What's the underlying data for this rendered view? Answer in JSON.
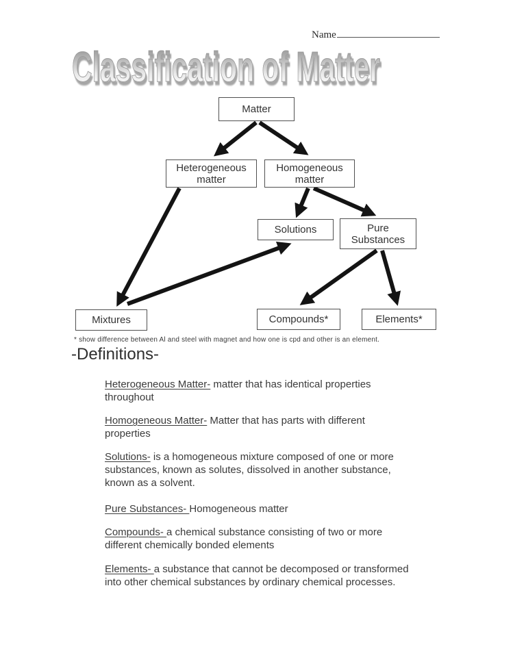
{
  "header": {
    "name_label": "Name",
    "title": "Classification of Matter"
  },
  "diagram": {
    "nodes": [
      {
        "id": "matter",
        "label": "Matter"
      },
      {
        "id": "heterogeneous-matter",
        "label": "Heterogeneous\nmatter"
      },
      {
        "id": "homogeneous-matter",
        "label": "Homogeneous\nmatter"
      },
      {
        "id": "solutions",
        "label": "Solutions"
      },
      {
        "id": "pure-substances",
        "label": "Pure\nSubstances"
      },
      {
        "id": "mixtures",
        "label": "Mixtures"
      },
      {
        "id": "compounds",
        "label": "Compounds*"
      },
      {
        "id": "elements",
        "label": "Elements*"
      }
    ],
    "edges": [
      {
        "from": "matter",
        "to": "heterogeneous-matter"
      },
      {
        "from": "matter",
        "to": "homogeneous-matter"
      },
      {
        "from": "homogeneous-matter",
        "to": "solutions"
      },
      {
        "from": "homogeneous-matter",
        "to": "pure-substances"
      },
      {
        "from": "heterogeneous-matter",
        "to": "mixtures"
      },
      {
        "from": "mixtures",
        "to": "solutions"
      },
      {
        "from": "pure-substances",
        "to": "compounds"
      },
      {
        "from": "pure-substances",
        "to": "elements"
      }
    ]
  },
  "footnote": "* show difference between Al and steel with magnet and how one is cpd and other is an element.",
  "definitions_heading": "-Definitions-",
  "definitions": [
    {
      "term": "Heterogeneous Matter-",
      "text": " matter that has identical properties\nthroughout"
    },
    {
      "term": "Homogeneous Matter-",
      "text": " Matter that has parts with different\nproperties"
    },
    {
      "term": "Solutions-",
      "text": " is a homogeneous mixture composed of one or more\nsubstances, known as solutes, dissolved in another substance,\nknown as a solvent."
    },
    {
      "term": "Pure Substances- ",
      "text": "Homogeneous matter"
    },
    {
      "term": "Compounds- ",
      "text": "a chemical substance consisting of two or more\ndifferent chemically bonded elements"
    },
    {
      "term": "Elements- ",
      "text": "a substance that cannot be decomposed or transformed\ninto other chemical substances by ordinary chemical processes."
    }
  ],
  "colors": {
    "text": "#3a3a3a",
    "box_border": "#4f4f4f",
    "arrow": "#141414",
    "title_gradient_top": "#8f8f8f",
    "title_gradient_bottom": "#ffffff",
    "title_shadow": "#969696"
  }
}
